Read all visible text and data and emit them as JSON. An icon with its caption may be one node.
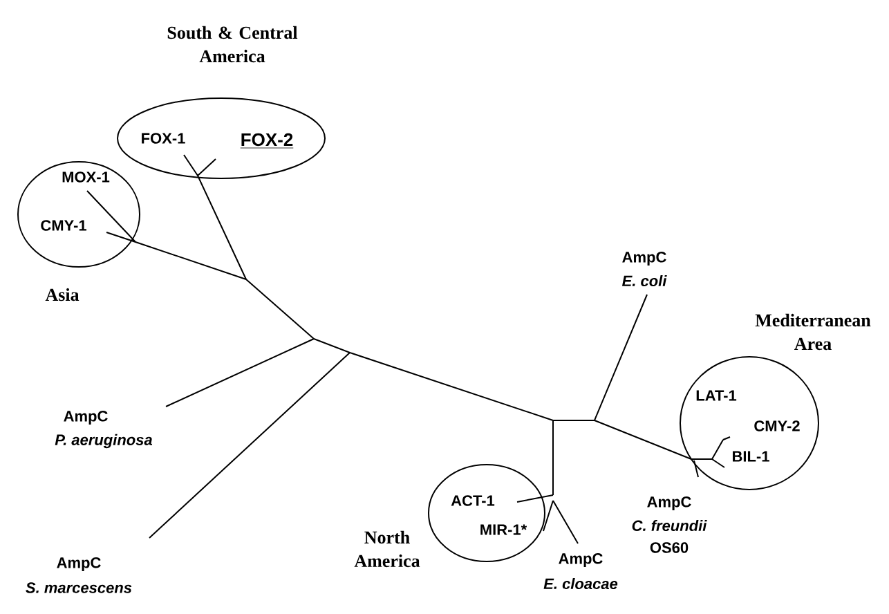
{
  "diagram": {
    "nodes": [
      {
        "text": [
          "South & Central America",
          "FOX-1",
          "FOX-2"
        ]
      },
      {
        "text": [
          "MOX-1",
          "CMY-1",
          "Asia"
        ]
      },
      {
        "text": [
          "Mediterranean Area",
          "LAT-1",
          "CMY-2",
          "BIL-1"
        ]
      },
      {
        "text": [
          "ACT-1",
          "MIR-1*",
          "North America"
        ]
      }
    ],
    "labels": [
      "AmpC",
      "E. coli",
      "AmpC",
      "P. aeruginosa",
      "AmpC",
      "C. freundii",
      "OS60",
      "AmpC",
      "E. cloacae",
      "AmpC",
      "S. marcescens"
    ]
  }
}
